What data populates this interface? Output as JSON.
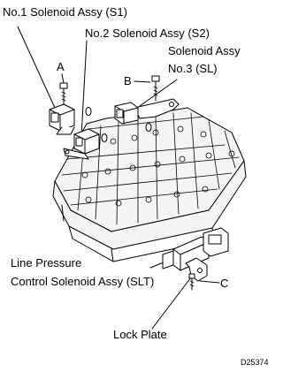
{
  "labels": {
    "s1": "No.1 Solenoid Assy (S1)",
    "s2": "No.2 Solenoid Assy (S2)",
    "sl_line1": "Solenoid Assy",
    "sl_line2": "No.3 (SL)",
    "a": "A",
    "b": "B",
    "c": "C",
    "slt_line1": "Line Pressure",
    "slt_line2": "Control Solenoid Assy (SLT)",
    "lock_plate": "Lock Plate"
  },
  "figure_id": "D25374",
  "colors": {
    "ink": "#000000",
    "paper": "#ffffff",
    "body_fill": "#f4f4f4"
  }
}
